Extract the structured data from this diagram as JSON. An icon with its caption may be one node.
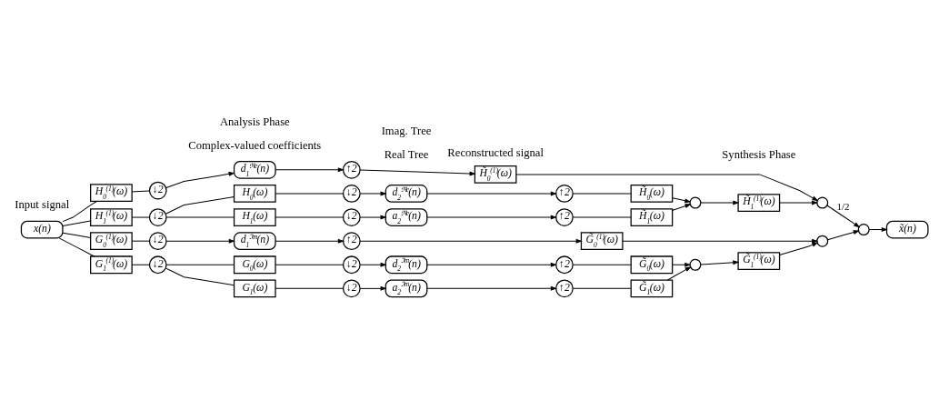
{
  "diagram": {
    "nodes": [
      {
        "text": [
          "x(n)"
        ]
      },
      {
        "text": [
          "H$_{0}$$^{(1)}$(ω)"
        ]
      },
      {
        "text": [
          "↓2"
        ]
      },
      {
        "text": [
          "d$_{1}$$^{ℜe}$(n)"
        ]
      },
      {
        "text": [
          "↑2"
        ]
      },
      {
        "text": [
          "H̃$_{0}$$^{(1)}$(ω)"
        ]
      },
      {
        "text": [
          "H$_{1}$$^{(1)}$(ω)"
        ]
      },
      {
        "text": [
          "↓2"
        ]
      },
      {
        "text": [
          "H$_{0}$(ω)"
        ]
      },
      {
        "text": [
          "↓2"
        ]
      },
      {
        "text": [
          "d$_{2}$$^{ℜe}$(n)"
        ]
      },
      {
        "text": [
          "↑2"
        ]
      },
      {
        "text": [
          "H̃$_{0}$(ω)"
        ]
      },
      {
        "text": [
          "H$_{1}$(ω)"
        ]
      },
      {
        "text": [
          "↓2"
        ]
      },
      {
        "text": [
          "a$_{2}$$^{ℜe}$(n)"
        ]
      },
      {
        "text": [
          "↑2"
        ]
      },
      {
        "text": [
          "H̃$_{1}$(ω)"
        ]
      },
      {
        "text": [],
        "shape": "circle"
      },
      {
        "text": [
          "H̃$_{1}$$^{(1)}$(ω)"
        ]
      },
      {
        "text": [],
        "shape": "circle"
      },
      {
        "text": [],
        "shape": "circle"
      },
      {
        "text": [
          "x̃(n)"
        ]
      },
      {
        "text": [
          "G$_{0}$$^{(1)}$(ω)"
        ]
      },
      {
        "text": [
          "↓2"
        ]
      },
      {
        "text": [
          "d$_{1}$$^{ℑm}$(n)"
        ]
      },
      {
        "text": [
          "↑2"
        ]
      },
      {
        "text": [
          "G̃$_{0}$$^{(1)}$(ω)"
        ]
      },
      {
        "text": [
          "G$_{1}$$^{(1)}$(ω)"
        ]
      },
      {
        "text": [
          "↓2"
        ]
      },
      {
        "text": [
          "G$_{0}$(ω)"
        ]
      },
      {
        "text": [
          "↓2"
        ]
      },
      {
        "text": [
          "d$_{2}$$^{ℑm}$(n)"
        ]
      },
      {
        "text": [
          "↑2"
        ]
      },
      {
        "text": [
          "G̃$_{0}$(ω)"
        ]
      },
      {
        "text": [
          "G$_{1}$(ω)"
        ]
      },
      {
        "text": [
          "↓2"
        ]
      },
      {
        "text": [
          "a$_{2}$$^{ℑm}$(n)"
        ]
      },
      {
        "text": [
          "↑2"
        ]
      },
      {
        "text": [
          "G̃$_{1}$(ω)"
        ]
      },
      {
        "text": [],
        "shape": "circle"
      },
      {
        "text": [
          "G̃$_{1}$$^{(1)}$(ω)"
        ]
      },
      {
        "text": [],
        "shape": "circle"
      }
    ],
    "edges": [
      {
        "from": 0,
        "to": 1,
        "arrow": "none"
      },
      {
        "from": 0,
        "to": 6,
        "arrow": "none"
      },
      {
        "from": 1,
        "to": 2,
        "arrow": "none"
      },
      {
        "from": 2,
        "to": 3,
        "arrow": "to"
      },
      {
        "from": 3,
        "to": 4,
        "arrow": "to"
      },
      {
        "from": 4,
        "to": 5,
        "arrow": "to"
      },
      {
        "from": 6,
        "to": 7,
        "arrow": "none"
      },
      {
        "from": 7,
        "to": 8,
        "arrow": "none"
      },
      {
        "from": 7,
        "to": 13,
        "arrow": "none"
      },
      {
        "from": 8,
        "to": 9,
        "arrow": "none"
      },
      {
        "from": 9,
        "to": 10,
        "arrow": "to"
      },
      {
        "from": 10,
        "to": 11,
        "arrow": "to"
      },
      {
        "from": 11,
        "to": 12,
        "arrow": "none"
      },
      {
        "from": 13,
        "to": 14,
        "arrow": "none"
      },
      {
        "from": 14,
        "to": 15,
        "arrow": "to"
      },
      {
        "from": 15,
        "to": 16,
        "arrow": "to"
      },
      {
        "from": 16,
        "to": 17,
        "arrow": "none"
      },
      {
        "from": 12,
        "to": 18,
        "arrow": "to"
      },
      {
        "from": 17,
        "to": 18,
        "arrow": "to"
      },
      {
        "from": 18,
        "to": 19,
        "arrow": "to"
      },
      {
        "from": 5,
        "to": 20,
        "arrow": "to"
      },
      {
        "from": 19,
        "to": 20,
        "arrow": "to"
      },
      {
        "from": 20,
        "to": 21,
        "arrow": "to",
        "label": "1/2"
      },
      {
        "from": 21,
        "to": 22,
        "arrow": "to"
      },
      {
        "from": 0,
        "to": 23,
        "arrow": "none"
      },
      {
        "from": 0,
        "to": 28,
        "arrow": "none"
      },
      {
        "from": 23,
        "to": 24,
        "arrow": "none"
      },
      {
        "from": 24,
        "to": 25,
        "arrow": "to"
      },
      {
        "from": 25,
        "to": 26,
        "arrow": "to"
      },
      {
        "from": 26,
        "to": 27,
        "arrow": "to"
      },
      {
        "from": 28,
        "to": 29,
        "arrow": "none"
      },
      {
        "from": 29,
        "to": 30,
        "arrow": "none"
      },
      {
        "from": 29,
        "to": 35,
        "arrow": "none"
      },
      {
        "from": 30,
        "to": 31,
        "arrow": "none"
      },
      {
        "from": 31,
        "to": 32,
        "arrow": "to"
      },
      {
        "from": 32,
        "to": 33,
        "arrow": "to"
      },
      {
        "from": 33,
        "to": 34,
        "arrow": "none"
      },
      {
        "from": 35,
        "to": 36,
        "arrow": "none"
      },
      {
        "from": 36,
        "to": 37,
        "arrow": "to"
      },
      {
        "from": 37,
        "to": 38,
        "arrow": "to"
      },
      {
        "from": 38,
        "to": 39,
        "arrow": "none"
      },
      {
        "from": 34,
        "to": 40,
        "arrow": "to"
      },
      {
        "from": 39,
        "to": 40,
        "arrow": "to"
      },
      {
        "from": 40,
        "to": 41,
        "arrow": "to"
      },
      {
        "from": 27,
        "to": 42,
        "arrow": "to"
      },
      {
        "from": 41,
        "to": 42,
        "arrow": "to"
      },
      {
        "from": 42,
        "to": 21,
        "arrow": "to"
      }
    ],
    "labels": [
      "Input signal",
      "Complex-valued coefficients",
      "Reconstructed signal",
      "Real Tree",
      "Analysis Phase",
      "Imag. Tree",
      "Synthesis Phase"
    ]
  }
}
